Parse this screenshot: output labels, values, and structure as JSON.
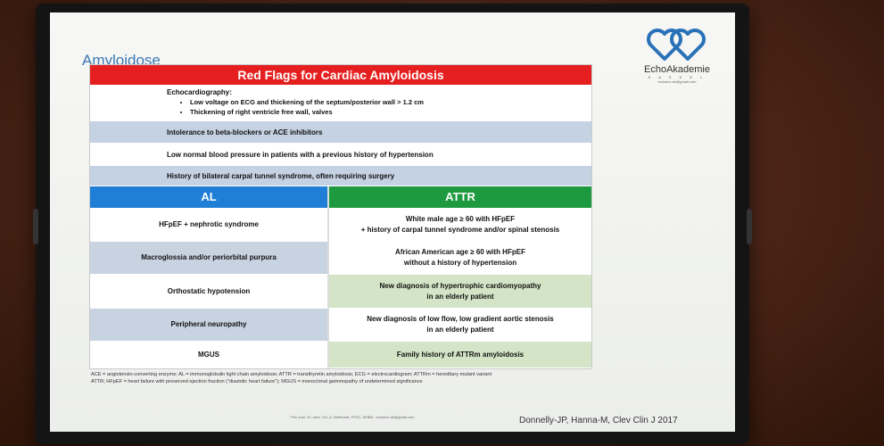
{
  "slide": {
    "title": "Amyloidose",
    "logo": {
      "name": "EchoAkademie",
      "city": "K A S S E L",
      "email": "echodoc.de@gmail.com",
      "icon": "double-heart-icon",
      "color": "#2a72b8"
    },
    "table": {
      "banner": "Red Flags for Cardiac Amyloidosis",
      "echo": {
        "heading": "Echocardiography:",
        "bullets": [
          "Low voltage on ECG and thickening of the septum/posterior wall > 1.2 cm",
          "Thickening of right ventricle free wall, valves"
        ]
      },
      "flags": [
        "Intolerance to beta-blockers or ACE inhibitors",
        "Low normal blood pressure in patients with a previous history of hypertension",
        "History of bilateral carpal tunnel syndrome, often requiring surgery"
      ],
      "al": {
        "header": "AL",
        "items": [
          "HFpEF + nephrotic syndrome",
          "Macroglossia and/or periorbital purpura",
          "Orthostatic hypotension",
          "Peripheral neuropathy",
          "MGUS"
        ]
      },
      "attr": {
        "header": "ATTR",
        "items": [
          [
            "White male age ≥ 60 with HFpEF",
            "+ history of carpal tunnel syndrome and/or spinal stenosis"
          ],
          [
            "African American age ≥ 60 with HFpEF",
            "without a history of hypertension"
          ],
          [
            "New diagnosis of hypertrophic cardiomyopathy",
            "in an elderly patient"
          ],
          [
            "New diagnosis of low flow, low gradient aortic stenosis",
            "in an elderly patient"
          ],
          [
            "Family history of ATTRm amyloidosis"
          ]
        ]
      },
      "colors": {
        "banner": "#e51f1f",
        "al": "#1f7fd6",
        "attr": "#1d9a3f"
      }
    },
    "footnote": [
      "ACE = angiotensin-converting enzyme; AL = immunoglobulin light chain amyloidosis; ATTR = transthyretin amyloidosis; ECG = electrocardiogram; ATTRm = hereditary mutant variant",
      "ATTR; HFpEF = heart failure with preserved ejection fraction (\"diastolic heart failure\"); MGUS = monoclonal gammopathy of undetermined significance"
    ],
    "tiny_credit": "Priv.-Doz. Dr. med. Chr.-A. Breithardt, FESC, MHBA · echodoc.de@gmail.com",
    "citation": "Donnelly-JP, Hanna-M, Clev Clin J 2017"
  }
}
